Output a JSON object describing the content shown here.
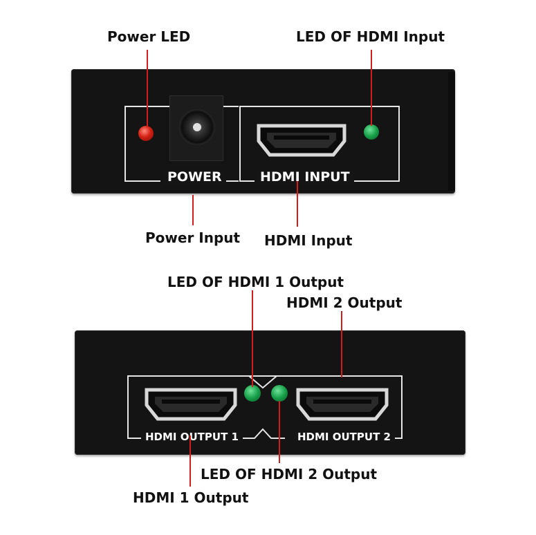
{
  "callouts": {
    "power_led": "Power LED",
    "led_hdmi_input": "LED OF HDMI Input",
    "power_input": "Power Input",
    "hdmi_input": "HDMI Input",
    "led_hdmi1_output": "LED OF HDMI 1 Output",
    "hdmi2_output": "HDMI 2 Output",
    "led_hdmi2_output": "LED OF HDMI 2 Output",
    "hdmi1_output": "HDMI 1 Output"
  },
  "device_labels": {
    "power": "POWER",
    "hdmi_input": "HDMI INPUT",
    "hdmi_output_1": "HDMI OUTPUT 1",
    "hdmi_output_2": "HDMI OUTPUT 2"
  },
  "colors": {
    "panel": "#141414",
    "frame": "#e6e6e6",
    "leader": "#d21d1d",
    "led_power": "#d42215",
    "led_status": "#17a04a"
  }
}
